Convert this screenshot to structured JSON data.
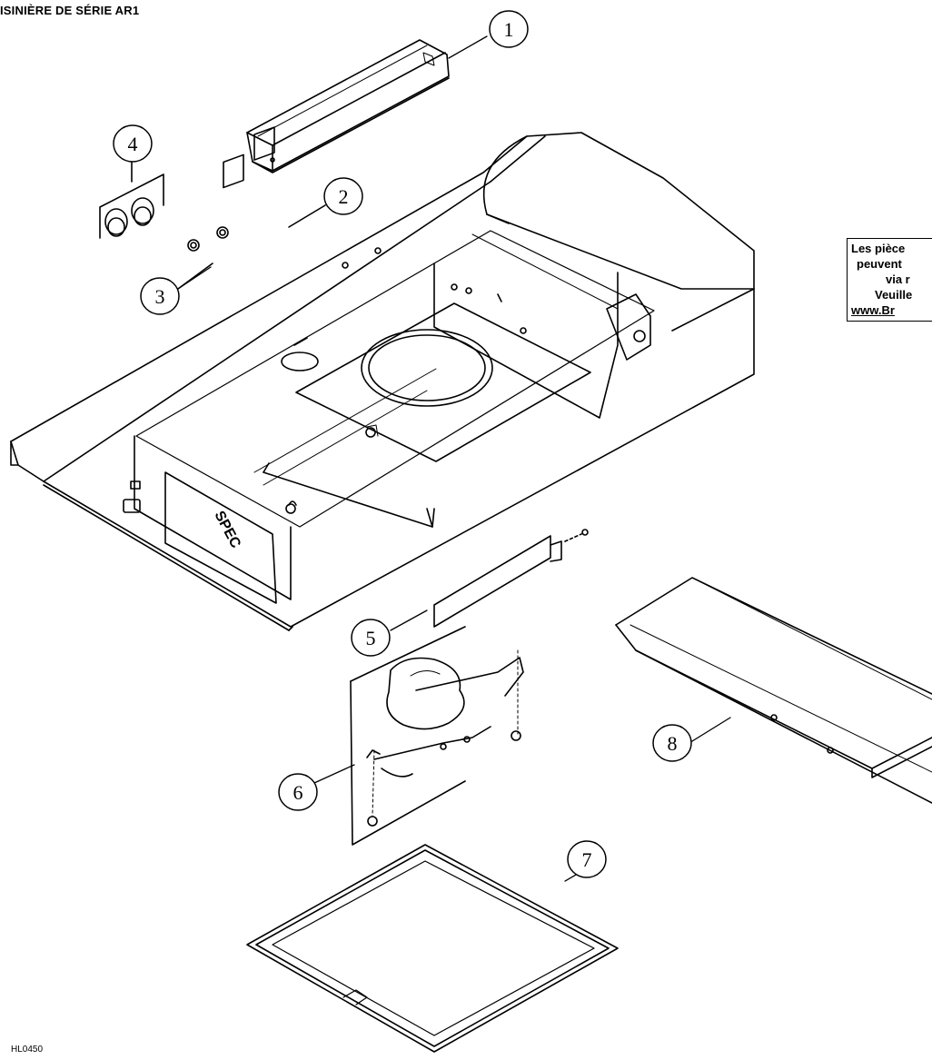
{
  "title": "ISINIÈRE DE SÉRIE AR1",
  "figure_code": "HL0450",
  "note": {
    "line1": "Les pièce",
    "line2": "peuvent",
    "line3": "via r",
    "line4": "Veuille",
    "line5": "www.Br"
  },
  "callouts": [
    "1",
    "2",
    "3",
    "4",
    "5",
    "6",
    "7",
    "8"
  ],
  "hood_label": "SPEC"
}
